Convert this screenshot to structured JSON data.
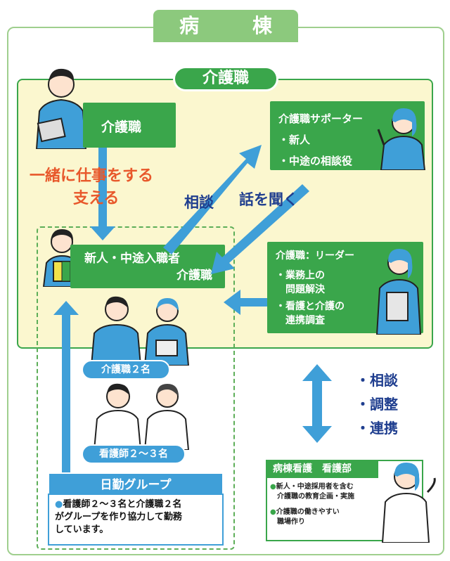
{
  "ward": {
    "title": "病　棟"
  },
  "care_zone": {
    "title": "介護職"
  },
  "care_worker_box": {
    "label": "介護職"
  },
  "supporter_box": {
    "title": "介護職サポーター",
    "items": [
      "・新人",
      "・中途の相談役"
    ]
  },
  "new_staff_box": {
    "line1": "新人・中途入職者",
    "line2": "介護職"
  },
  "leader_box": {
    "title": "介護職：リーダー",
    "items": [
      "・業務上の",
      "問題解決",
      "・看護と介護の",
      "連携調査"
    ]
  },
  "labels": {
    "work_together_line1": "一緒に仕事をする",
    "work_together_line2": "支える",
    "consult": "相談",
    "listen": "話を聞く"
  },
  "groups": {
    "care_count": "介護職２名",
    "nurse_count": "看護師２～３名"
  },
  "nikkin": {
    "title": "日勤グループ",
    "body_line1": "看護師２～３名と介護職２名",
    "body_line2": "がグループを作り協力して勤務",
    "body_line3": "しています。"
  },
  "coordination": [
    "・相談",
    "・調整",
    "・連携"
  ],
  "dept": {
    "title": "病棟看護　看護部",
    "item1_line1": "新人・中途採用者を含む",
    "item1_line2": "介護職の教育企画・実施",
    "item2_line1": "介護職の働きやすい",
    "item2_line2": "職場作り"
  },
  "colors": {
    "green": "#3aa64b",
    "light_green": "#8cc97d",
    "blue": "#3f9fd8",
    "yellow_bg": "#fbf7cf",
    "orange": "#e8582b",
    "navy": "#1f3e8f"
  }
}
